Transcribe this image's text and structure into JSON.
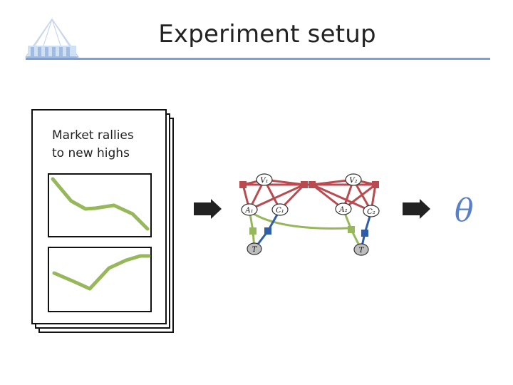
{
  "slide": {
    "title": "Experiment setup",
    "document_text": "Market rallies\nto new highs",
    "output_symbol": "θ"
  },
  "graph": {
    "nodes": {
      "v1": "V₁",
      "v2": "V₂",
      "a1": "A₁",
      "c1": "C₁",
      "a2": "A₂",
      "c2": "C₂",
      "t1": "T",
      "t2": "T"
    }
  },
  "colors": {
    "accent_line": "#7b9fd6",
    "edge_red": "#b94a4f",
    "edge_green": "#97b85a",
    "edge_blue": "#2e5ea8",
    "theta": "#5a7fc9"
  }
}
